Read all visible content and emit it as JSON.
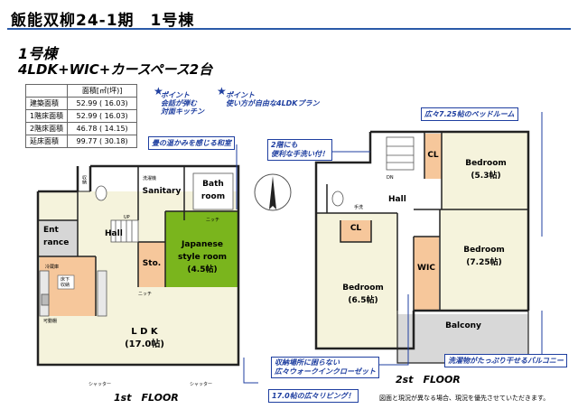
{
  "title": "飯能双柳24-1期　1号棟",
  "subtitle": "1号棟",
  "layout": "4LDK+WIC+カースペース2台",
  "area_table": {
    "header": "面積[㎡(坪)]",
    "rows": [
      {
        "label": "建築面積",
        "value": "52.99 ( 16.03)"
      },
      {
        "label": "1階床面積",
        "value": "52.99 ( 16.03)"
      },
      {
        "label": "2階床面積",
        "value": "46.78 ( 14.15)"
      },
      {
        "label": "延床面積",
        "value": "99.77 ( 30.18)"
      }
    ]
  },
  "points": {
    "point1_line1": "ポイント",
    "point1_line2": "会話が弾む",
    "point1_line3": "対面キッチン",
    "point2_line1": "ポイント",
    "point2_line2": "使い方が自由な4LDKプラン"
  },
  "callouts": {
    "washitsu": "畳の温かみを感じる和室",
    "teharai_1": "2階にも",
    "teharai_2": "便利な手洗い付！",
    "bedroom_big": "広々7.25帖のベッドルーム",
    "wic_1": "収納場所に困らない",
    "wic_2": "広々ウォークインクローゼット",
    "balcony": "洗濯物がたっぷり干せるバルコニー",
    "living": "17.0帖の広々リビング！"
  },
  "floor1": {
    "sentakuki": "洗濯機",
    "sanitary": "Sanitary",
    "bath1": "Bath",
    "bath2": "room",
    "shuno": "収納",
    "entrance1": "Ent",
    "entrance2": "rance",
    "hall": "Hall",
    "up": "UP",
    "jp1": "Japanese",
    "jp2": "style room",
    "jp3": "(4.5帖)",
    "sto": "Sto.",
    "nicchi1": "ニッチ",
    "nicchi2": "ニッチ",
    "reizoko": "冷蔵庫",
    "yukashita1": "床下",
    "yukashita2": "収納",
    "kadodana": "可動棚",
    "ldk": "L D K",
    "ldk_size": "(17.0帖)",
    "shutter1": "シャッター",
    "shutter2": "シャッター",
    "label": "1st　FLOOR"
  },
  "floor2": {
    "dn": "DN",
    "cl1": "CL",
    "cl2": "CL",
    "tearai": "手洗",
    "hall": "Hall",
    "bed53_1": "Bedroom",
    "bed53_2": "(5.3帖)",
    "bed725_1": "Bedroom",
    "bed725_2": "(7.25帖)",
    "bed65_1": "Bedroom",
    "bed65_2": "(6.5帖)",
    "wic": "WIC",
    "balcony": "Balcony",
    "label": "2st　FLOOR"
  },
  "footnote": "図面と現況が異なる場合、現況を優先させていただきます。",
  "colors": {
    "title_bar": "#2a5aa8",
    "callout_blue": "#1f3fa0",
    "japanese_room": "#7ab51d",
    "floor_tint": "#f5f3dc",
    "wood_tint": "#f6c79b",
    "balcony_tint": "#d8d8d8"
  }
}
